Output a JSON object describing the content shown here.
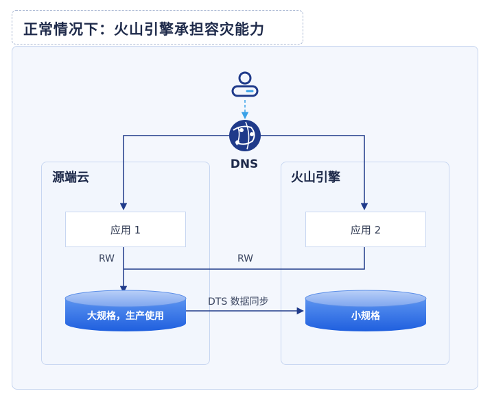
{
  "title": "正常情况下：火山引擎承担容灾能力",
  "dns": {
    "label": "DNS"
  },
  "left_region": {
    "title": "源端云",
    "app_label": "应用 1",
    "rw_label": "RW",
    "db_label": "大规格，生产使用"
  },
  "right_region": {
    "title": "火山引擎",
    "app_label": "应用 2",
    "rw_label": "RW",
    "db_label": "小规格"
  },
  "sync_label": "DTS 数据同步",
  "icons": [
    "user-icon",
    "globe-icon",
    "database-icon"
  ],
  "colors": {
    "accent": "#2f6fe8",
    "line_dark": "#1f3a8a",
    "dashed_line": "#3aa2e8",
    "region_bg": "#f2f6fd"
  }
}
